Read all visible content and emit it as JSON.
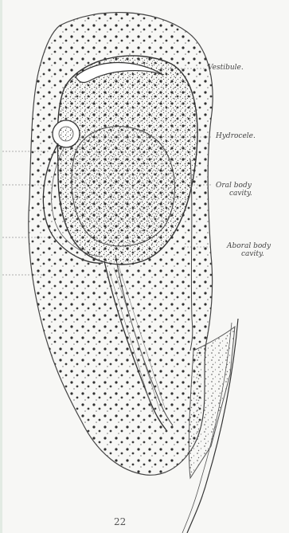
{
  "labels": {
    "vestibule": "Vestibule.",
    "hydrocele": "Hydrocele.",
    "oral_body_cavity_line1": "Oral body",
    "oral_body_cavity_line2": "cavity.",
    "aboral_body_cavity_line1": "Aboral body",
    "aboral_body_cavity_line2": "cavity."
  },
  "figure_number": "22",
  "colors": {
    "ink": "#3a3a3a",
    "paper": "#f7f7f5",
    "margin_tint": "#e2ebe3"
  }
}
